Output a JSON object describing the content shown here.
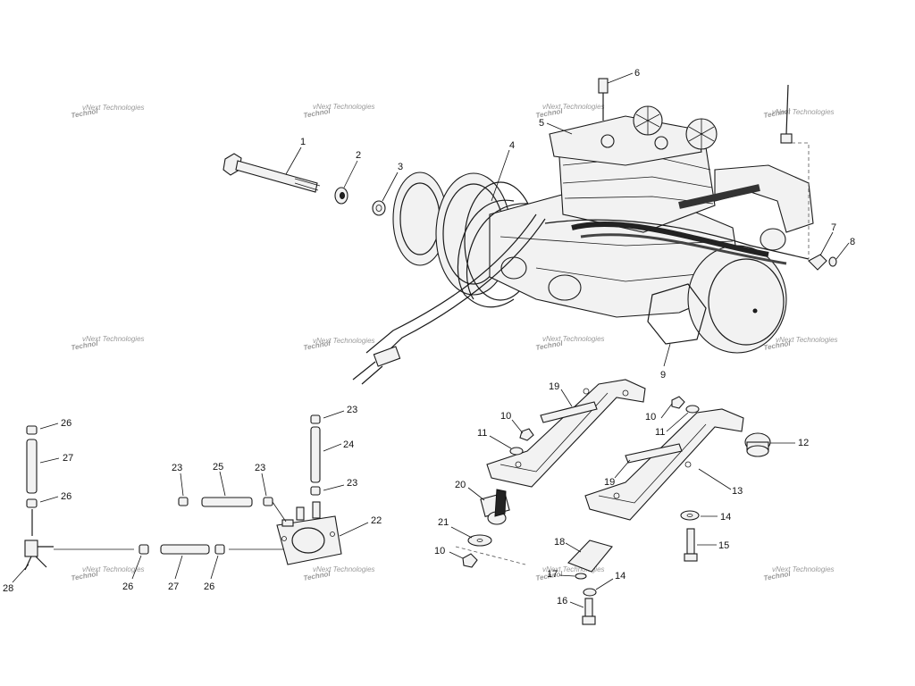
{
  "watermark": {
    "text": "vNext Technologies"
  },
  "callouts": [
    "1",
    "2",
    "3",
    "4",
    "5",
    "6",
    "7",
    "8",
    "9",
    "10",
    "10",
    "10",
    "11",
    "11",
    "12",
    "13",
    "14",
    "14",
    "15",
    "16",
    "17",
    "18",
    "19",
    "19",
    "20",
    "21",
    "22",
    "23",
    "23",
    "23",
    "23",
    "24",
    "25",
    "26",
    "26",
    "26",
    "26",
    "27",
    "27",
    "28"
  ]
}
